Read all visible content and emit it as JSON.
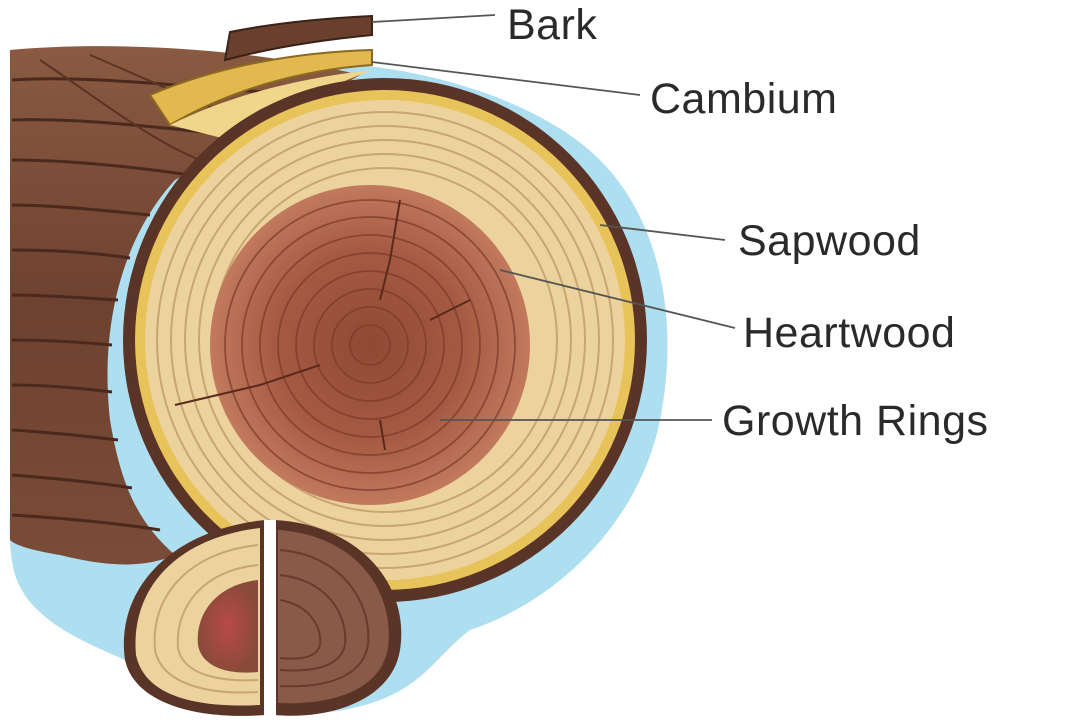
{
  "labels": {
    "bark": "Bark",
    "cambium": "Cambium",
    "sapwood": "Sapwood",
    "heartwood": "Heartwood",
    "growth_rings": "Growth Rings"
  },
  "colors": {
    "background_splash": "#aedff0",
    "bark": "#7a4a35",
    "bark_dark": "#4a2a1e",
    "cambium": "#e8c35a",
    "sapwood": "#ecd39e",
    "heartwood": "#b05a44",
    "leader_line": "#555555",
    "label_text": "#2a2a2a"
  }
}
